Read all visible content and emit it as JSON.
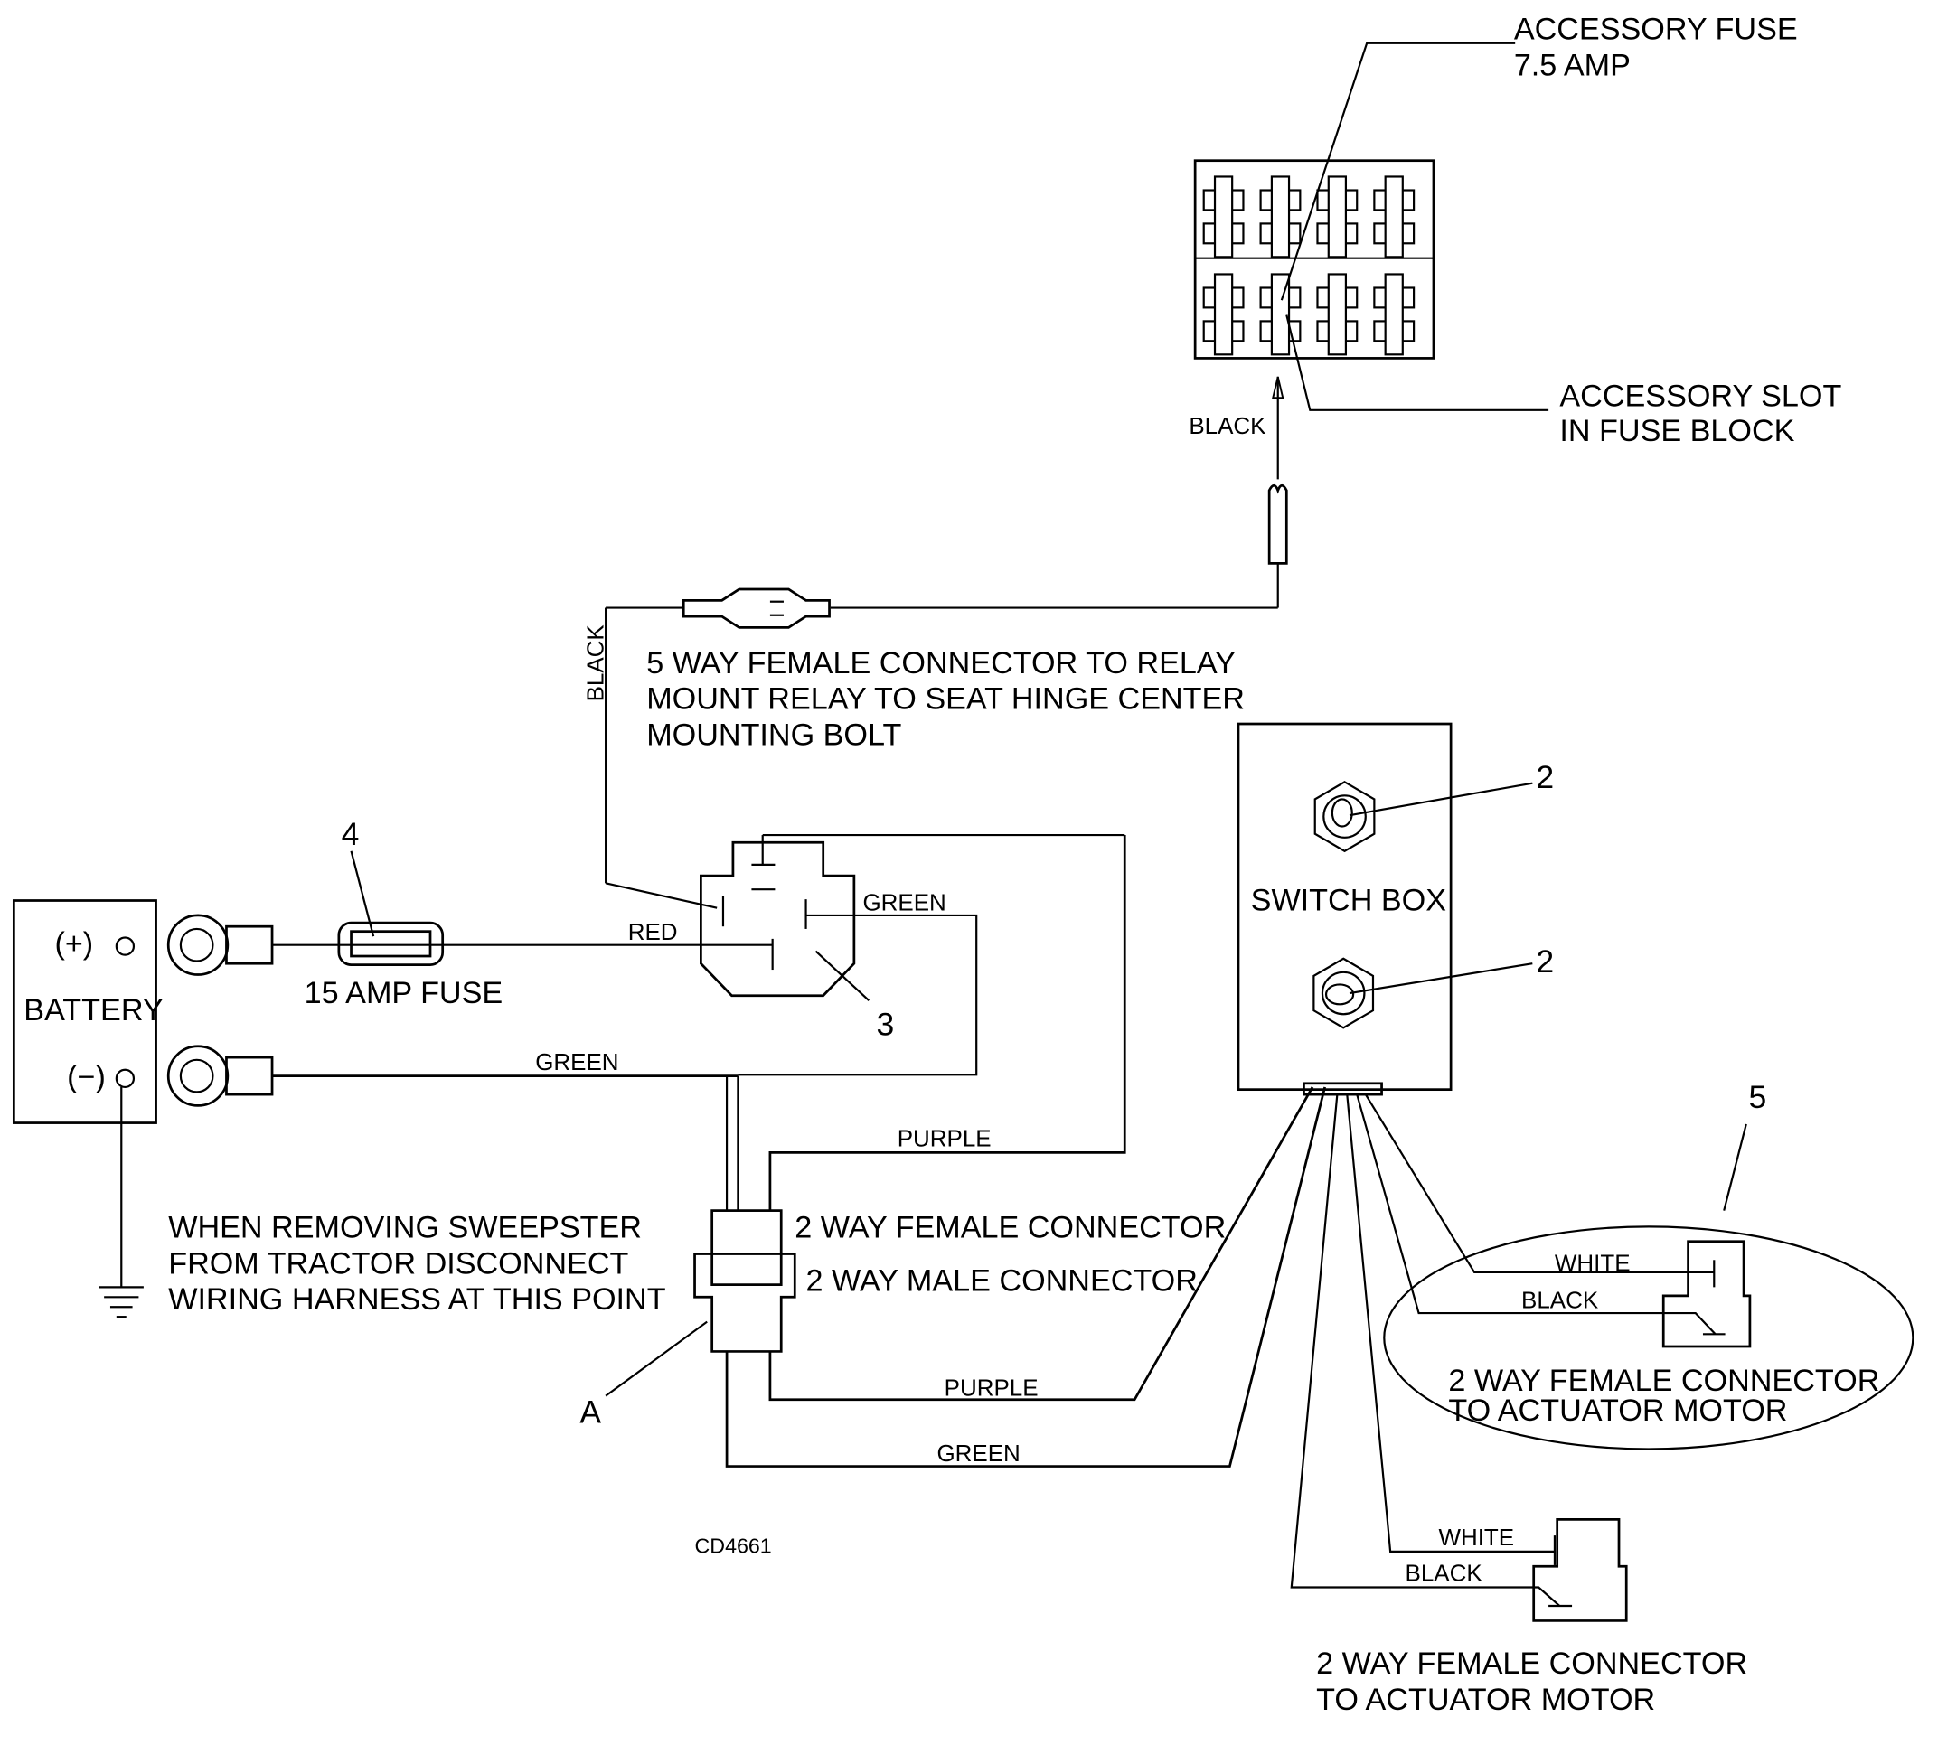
{
  "diagram_id": "CD4661",
  "labels": {
    "accessory_fuse": [
      "ACCESSORY FUSE",
      "7.5 AMP"
    ],
    "accessory_slot": [
      "ACCESSORY SLOT",
      "IN FUSE BLOCK"
    ],
    "relay_note": [
      "5 WAY FEMALE CONNECTOR TO RELAY",
      "MOUNT RELAY TO SEAT HINGE CENTER",
      "MOUNTING BOLT"
    ],
    "battery": "BATTERY",
    "battery_pos": "(+)",
    "battery_neg": "(−)",
    "fuse_15": "15 AMP FUSE",
    "switch_box": "SWITCH BOX",
    "female_2way": "2 WAY FEMALE CONNECTOR",
    "male_2way": "2 WAY MALE CONNECTOR",
    "disconnect_note": [
      "WHEN REMOVING SWEEPSTER",
      "FROM TRACTOR DISCONNECT",
      "WIRING HARNESS AT THIS POINT"
    ],
    "actuator_connector": [
      "2 WAY FEMALE CONNECTOR",
      "TO ACTUATOR MOTOR"
    ],
    "point_a": "A"
  },
  "callouts": {
    "switch_top": "2",
    "switch_bottom": "2",
    "relay": "3",
    "fuse": "4",
    "actuator_group": "5"
  },
  "wires": {
    "black": "BLACK",
    "red": "RED",
    "green": "GREEN",
    "purple": "PURPLE",
    "white": "WHITE"
  }
}
